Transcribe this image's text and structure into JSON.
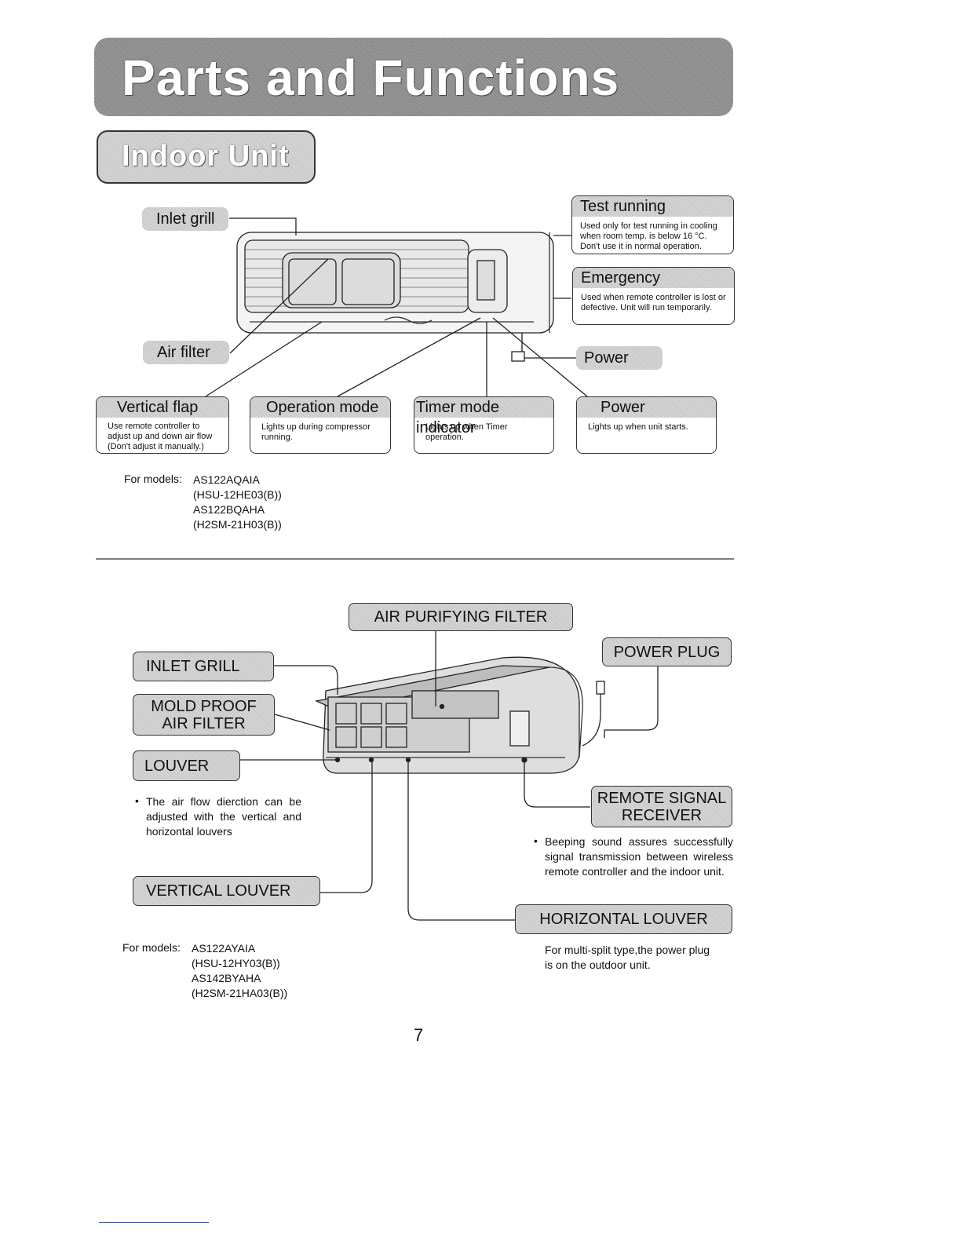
{
  "title": "Parts and Functions",
  "subtitle": "Indoor Unit",
  "top": {
    "inlet_grill": "Inlet grill",
    "air_filter": "Air filter",
    "power_small": "Power",
    "test_running": {
      "label": "Test running",
      "desc": "Used only for test running in cooling when room temp. is below 16 °C. Don't use it in normal operation."
    },
    "emergency": {
      "label": "Emergency",
      "desc": "Used when remote controller is lost or defective. Unit will run temporarily."
    },
    "vertical_flap": {
      "label": "Vertical  flap",
      "desc": "Use remote controller to adjust up and down air flow (Don't adjust it manually.)"
    },
    "operation_mode": {
      "label": "Operation mode",
      "desc": "Lights up during compressor running."
    },
    "timer_mode": {
      "label": "Timer mode indicator",
      "desc": "Lights up when Timer operation."
    },
    "power": {
      "label": "Power",
      "desc": "Lights up when unit starts."
    },
    "models_label": "For models:",
    "models": [
      "AS122AQAIA",
      "(HSU-12HE03(B))",
      "AS122BQAHA",
      "(H2SM-21H03(B))"
    ]
  },
  "bottom": {
    "air_purifying_filter": "AIR PURIFYING FILTER",
    "power_plug": "POWER PLUG",
    "inlet_grill": "INLET  GRILL",
    "mold_proof_1": "MOLD PROOF",
    "mold_proof_2": "AIR FILTER",
    "louver": "LOUVER",
    "louver_note": "The air flow dierction can be adjusted with the vertical and horizontal louvers",
    "remote_1": "REMOTE SIGNAL",
    "remote_2": "RECEIVER",
    "remote_note": "Beeping sound assures successfully signal transmission between wireless remote controller and the indoor unit.",
    "vertical_louver": "VERTICAL LOUVER",
    "horizontal_louver": "HORIZONTAL LOUVER",
    "multi_split_note": "For multi-split type,the power plug is on the outdoor unit.",
    "models_label": "For models:",
    "models": [
      "AS122AYAIA",
      "(HSU-12HY03(B))",
      "AS142BYAHA",
      "(H2SM-21HA03(B))"
    ]
  },
  "page_number": "7"
}
